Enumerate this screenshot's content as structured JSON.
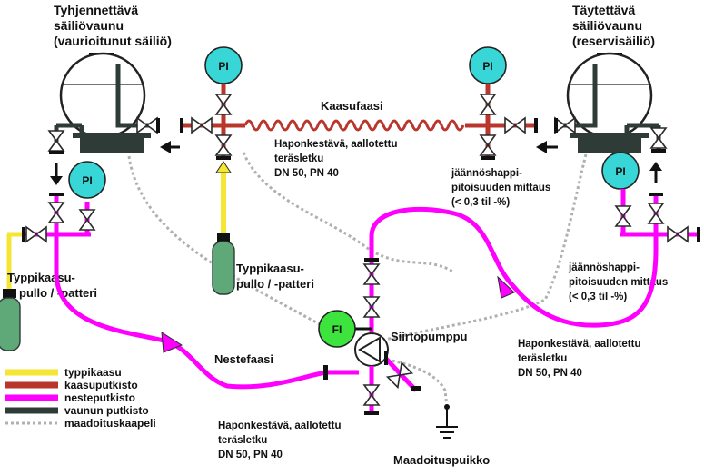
{
  "colors": {
    "nitrogen": "#f5e634",
    "gas_pipe": "#b8362c",
    "liquid_pipe": "#ff00ff",
    "tank_pipe": "#2f3b36",
    "ground_cable": "#b0b0b0",
    "gauge": "#38d6d6",
    "flow": "#3de43d",
    "bottle": "#5fa878",
    "valve_outline": "#2b2b2b"
  },
  "labels": {
    "left_tank_line1": "Tyhjennettävä",
    "left_tank_line2": "säiliövaunu",
    "left_tank_line3": "(vaurioitunut säiliö)",
    "right_tank_line1": "Täytettävä",
    "right_tank_line2": "säiliövaunu",
    "right_tank_line3": "(reservisäiliö)",
    "gas_phase": "Kaasufaasi",
    "liquid_phase": "Nestefaasi",
    "pump": "Siirtopumppu",
    "ground_rod": "Maadoituspuikko",
    "hose_center_l1": "Haponkestävä, aallotettu",
    "hose_center_l2": "teräsletku",
    "hose_center_l3": "DN 50, PN 40",
    "hose_right_l1": "Haponkestävä, aallotettu",
    "hose_right_l2": "teräsletku",
    "hose_right_l3": "DN 50, PN 40",
    "hose_bottom_l1": "Haponkestävä, aallotettu",
    "hose_bottom_l2": "teräsletku",
    "hose_bottom_l3": "DN 50, PN 40",
    "o2_center_l1": "jäännöshappi-",
    "o2_center_l2": "pitoisuuden mittaus",
    "o2_center_l3": "(< 0,3 til -%)",
    "o2_right_l1": "jäännöshappi-",
    "o2_right_l2": "pitoisuuden mittaus",
    "o2_right_l3": "(< 0,3 til -%)",
    "n2_center_l1": "Typpikaasu-",
    "n2_center_l2": "pullo / -patteri",
    "n2_left_l1": "Typpikaasu-",
    "n2_left_l2": "pullo / -patteri"
  },
  "gauges": {
    "pressure_label": "PI",
    "flow_label": "FI"
  },
  "legend": [
    {
      "label": "typpikaasu",
      "color": "#f5e634",
      "style": "solid"
    },
    {
      "label": "kaasuputkisto",
      "color": "#b8362c",
      "style": "solid"
    },
    {
      "label": "nesteputkisto",
      "color": "#ff00ff",
      "style": "solid"
    },
    {
      "label": "vaunun putkisto",
      "color": "#2f3b36",
      "style": "solid"
    },
    {
      "label": "maadoituskaapeli",
      "color": "#b0b0b0",
      "style": "dotted"
    }
  ]
}
